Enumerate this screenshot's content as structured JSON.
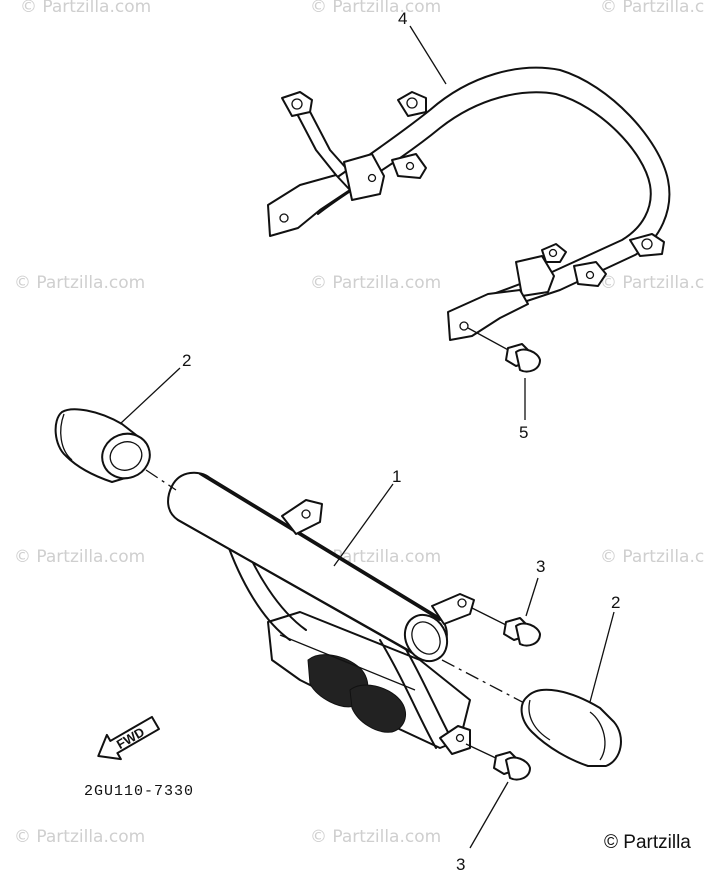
{
  "watermark": {
    "text": "© Partzilla.com",
    "corner_text": "© Partzilla"
  },
  "callouts": {
    "part_1": "1",
    "part_2_left": "2",
    "part_2_right": "2",
    "part_3_upper": "3",
    "part_3_lower": "3",
    "part_4": "4",
    "part_5": "5"
  },
  "fwd_label": "FWD",
  "diagram_code": "2GU110-7330",
  "fwd_icon": "fwd-arrow-icon"
}
